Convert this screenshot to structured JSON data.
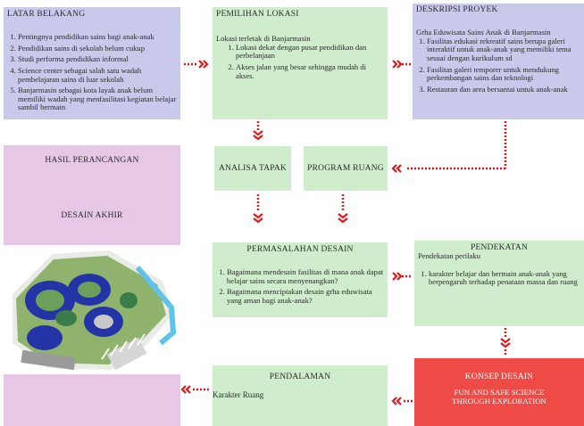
{
  "latar": {
    "title": "LATAR BELAKANG",
    "items": [
      "Pentingnya pendidikan sains bagi anak-anak",
      "Pendidikan sains di sekolah belum cukup",
      "Studi performa pendidikan informal",
      "Science center sebagai salah satu wadah pembelajaran sains di luar sekolah",
      "Banjarmasin sebagai kota layak anak belum memiliki wadah yang menfasilitasi kegiatan belajar sambil bermain"
    ]
  },
  "lokasi": {
    "title": "PEMILIHAN LOKASI",
    "intro": "Lokasi terletak di Banjarmasin",
    "items": [
      "Lokasi dekat dengan pusat pendidikan dan perbelanjaan",
      "Akses jalan yang besar sehingga mudah di akses."
    ]
  },
  "deskripsi": {
    "title": "DESKRIPSI PROYEK",
    "intro": "Grha Eduwisata Sains Anak di Banjarmasin",
    "items": [
      "Fasilitas edukasi rekreatif sains berupa galeri interaktif untuk anak-anak yang memiliki tema sesuai dengan kurikulum sd",
      "Fasilitas galeri temporer untuk mendukung perkembangan sains dan teknologi",
      "Restauran dan area bersantai untuk anak-anak"
    ]
  },
  "hasil": {
    "title": "HASIL PERANCANGAN",
    "subtitle": "DESAIN AKHIR"
  },
  "analisa": {
    "title": "ANALISA TAPAK"
  },
  "program": {
    "title": "PROGRAM RUANG"
  },
  "permasalahan": {
    "title": "PERMASALAHAN DESAIN",
    "items": [
      "Bagaimana mendesain fasilitas di mana anak dapat belajar sains secara menyenangkan?",
      "Bagaimana menciptakan desain grha eduwisata yang aman bagi anak-anak?"
    ]
  },
  "pendekatan": {
    "title": "PENDEKATAN",
    "intro": "Pendekatan perilaku",
    "items": [
      "karakter belajar dan bermain anak-anak yang berpengaruh terhadap penataan massa dan ruang"
    ]
  },
  "pendalaman": {
    "title": "PENDALAMAN",
    "text": "Karakter Ruang"
  },
  "konsep": {
    "title": "KONSEP DESAIN",
    "line1": "FUN AND SAFE SCIENCE",
    "line2": "THROUGH EXPLORATION"
  },
  "colors": {
    "blue_box": "#c9c9ec",
    "green_box": "#cfeccd",
    "pink_box": "#e6c8e6",
    "red_box": "#ee4b47",
    "arrow": "#e01818"
  }
}
